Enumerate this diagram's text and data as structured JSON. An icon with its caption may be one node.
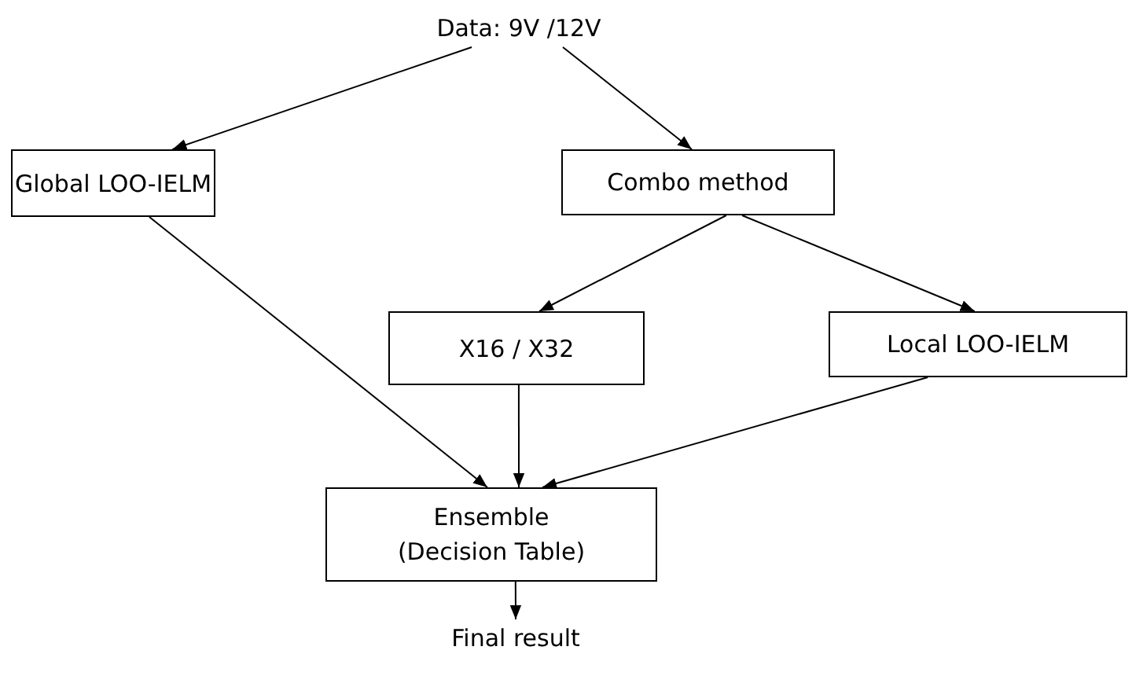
{
  "diagram": {
    "nodes": [
      {
        "text": [
          "Data: 9V /12V"
        ]
      },
      {
        "text": [
          "Global LOO-IELM"
        ]
      },
      {
        "text": [
          "Combo method"
        ]
      },
      {
        "text": [
          "X16 / X32"
        ]
      },
      {
        "text": [
          "Local LOO-IELM"
        ]
      },
      {
        "text": [
          "Ensemble (Decision Table)"
        ]
      },
      {
        "text": [
          "Final result"
        ]
      }
    ],
    "edges": [
      {
        "from": 0,
        "to": 1,
        "arrow": "to"
      },
      {
        "from": 0,
        "to": 2,
        "arrow": "to"
      },
      {
        "from": 2,
        "to": 3,
        "arrow": "to"
      },
      {
        "from": 2,
        "to": 4,
        "arrow": "to"
      },
      {
        "from": 1,
        "to": 5,
        "arrow": "to"
      },
      {
        "from": 3,
        "to": 5,
        "arrow": "to"
      },
      {
        "from": 4,
        "to": 5,
        "arrow": "to"
      },
      {
        "from": 5,
        "to": 6,
        "arrow": "to"
      }
    ]
  }
}
